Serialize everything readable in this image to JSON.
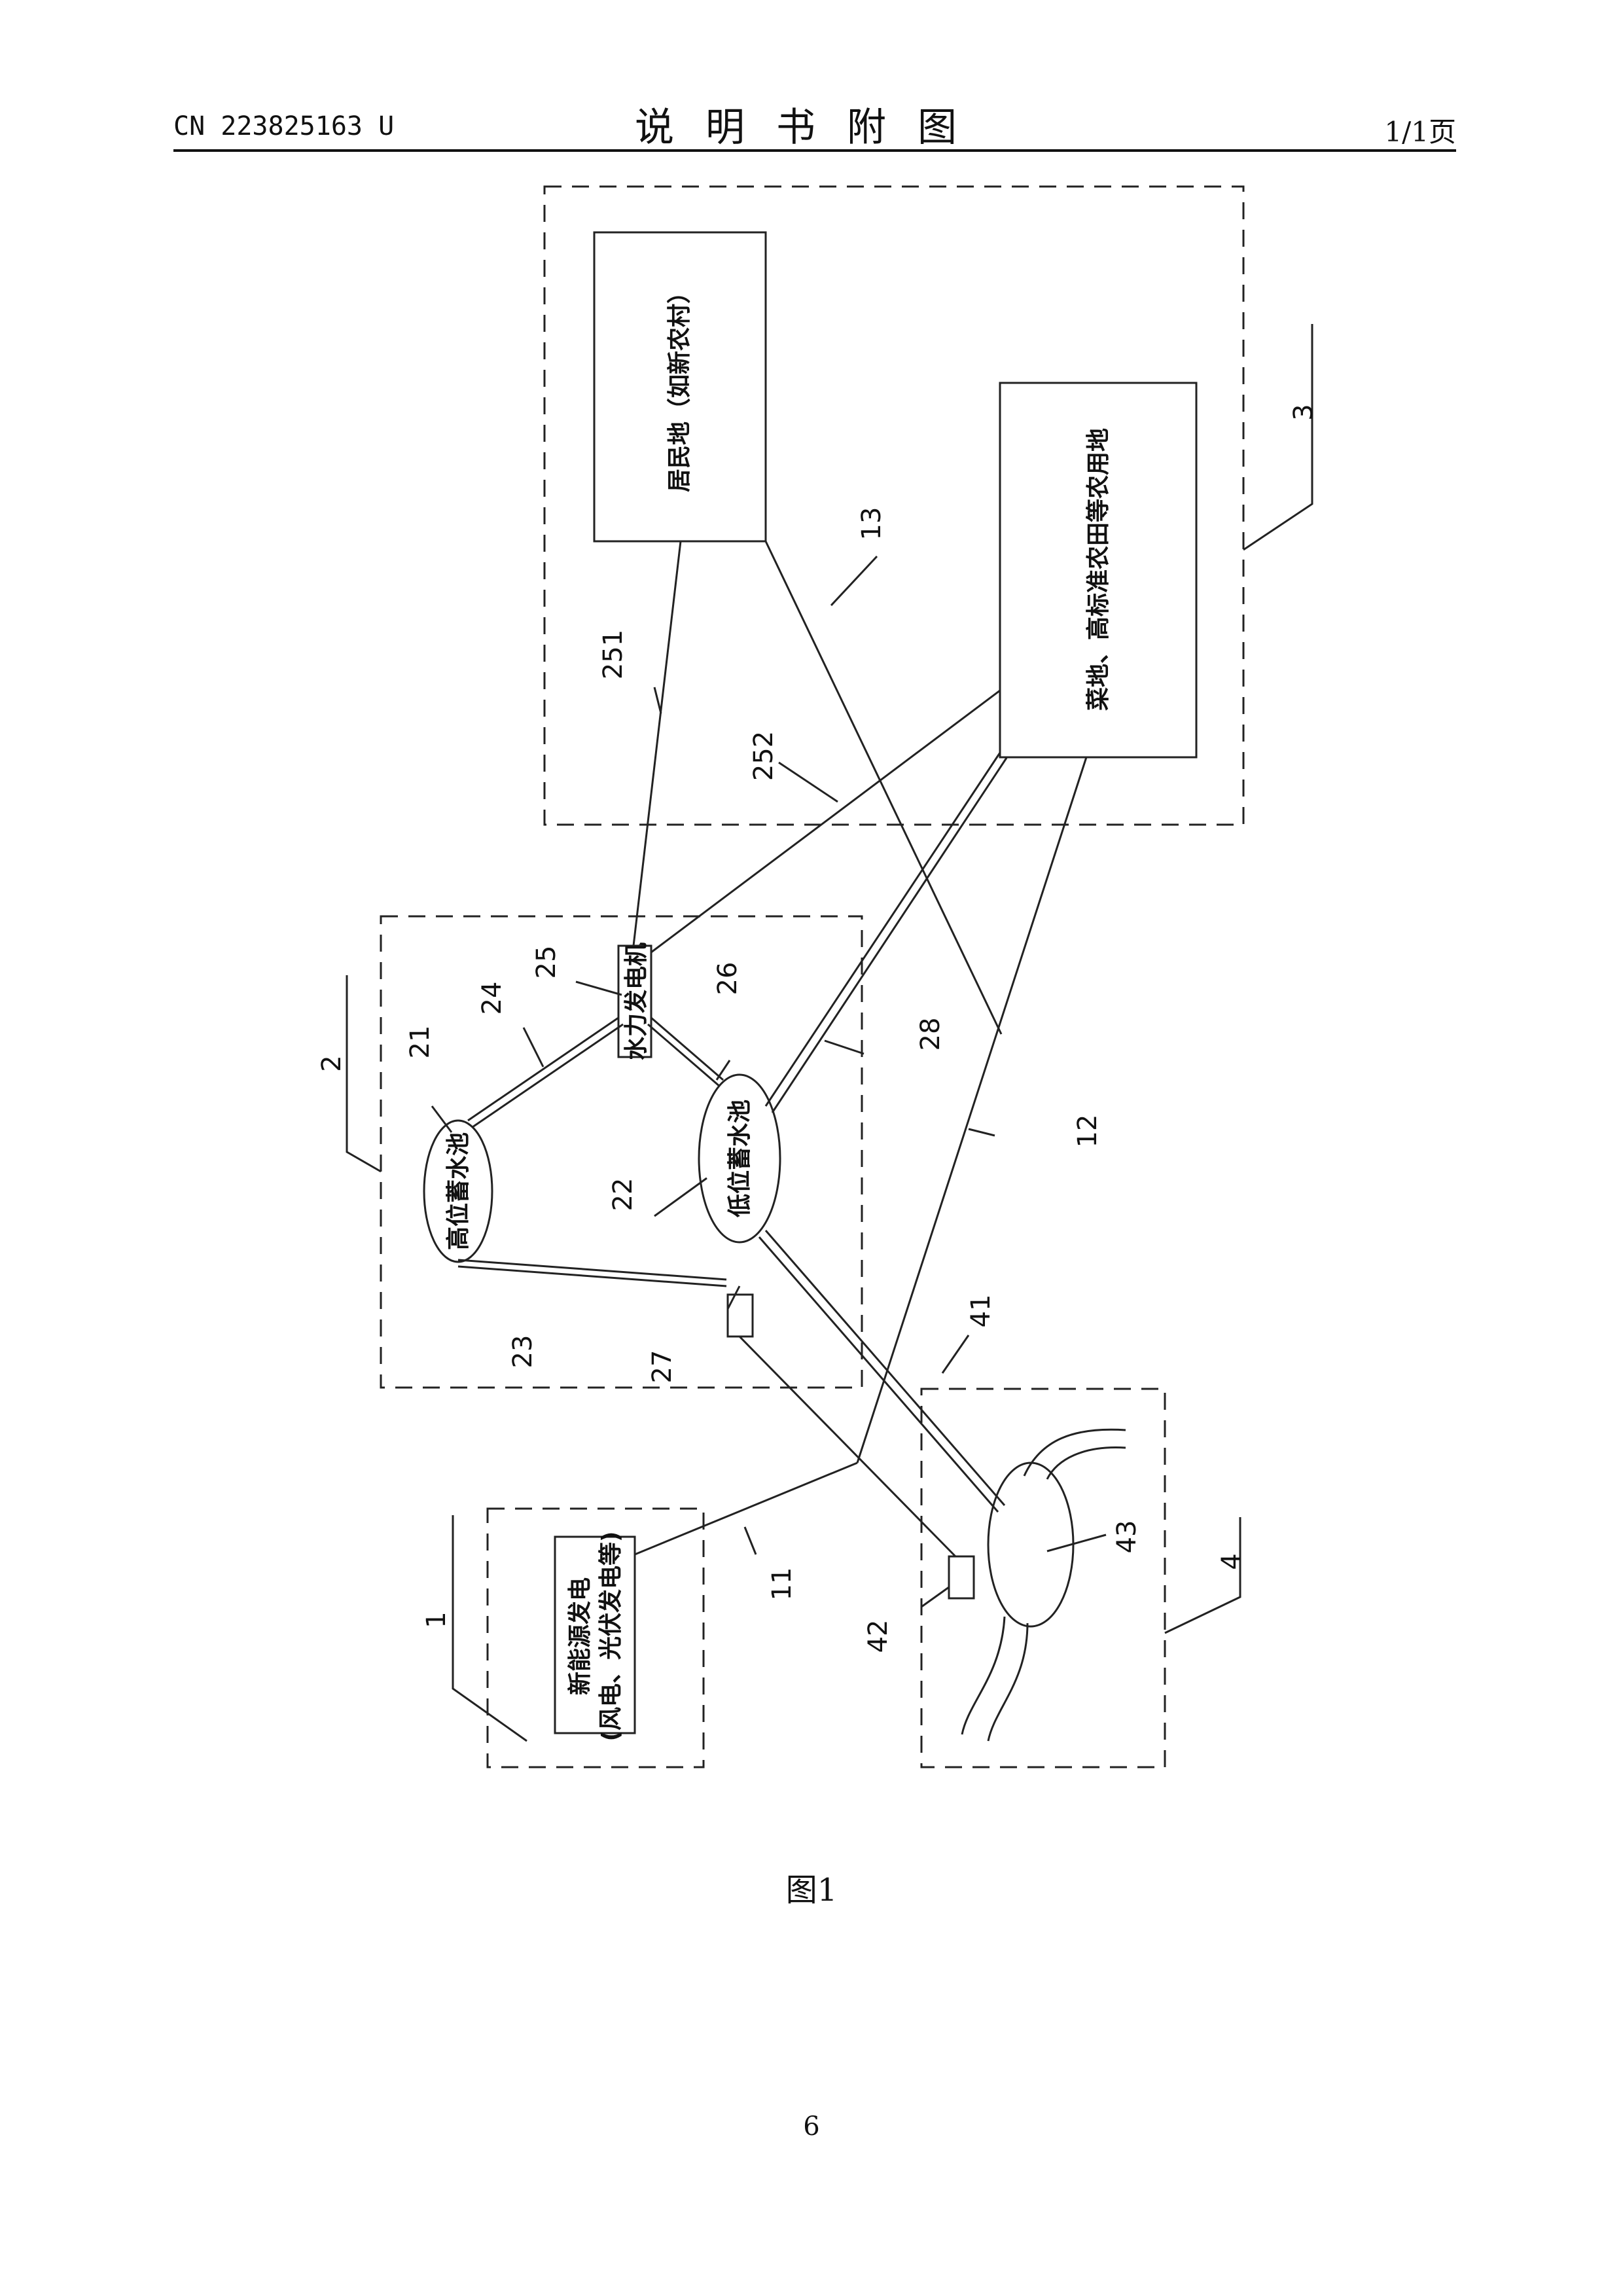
{
  "header": {
    "publication_number": "CN 223825163 U",
    "title": "说明书附图",
    "page_count": "1/1页"
  },
  "figure": {
    "caption": "图1",
    "boxes": {
      "residential": "居民地（如新农村）",
      "farmland": "菜地、高标准农田等农用地",
      "turbine": "水力发电机",
      "high_reservoir": "高位蓄水池",
      "low_reservoir": "低位蓄水池",
      "new_energy_line1": "新能源发电",
      "new_energy_line2": "(风电、光伏发电等)"
    },
    "reference_labels": {
      "r1": "1",
      "r2": "2",
      "r3": "3",
      "r4": "4",
      "r11": "11",
      "r12": "12",
      "r13": "13",
      "r21": "21",
      "r22": "22",
      "r23": "23",
      "r24": "24",
      "r25": "25",
      "r26": "26",
      "r27": "27",
      "r28": "28",
      "r251": "251",
      "r252": "252",
      "r41": "41",
      "r42": "42",
      "r43": "43"
    }
  },
  "footer": {
    "page_number": "6"
  }
}
